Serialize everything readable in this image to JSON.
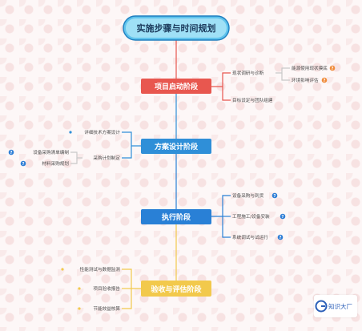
{
  "root": {
    "label": "实施步骤与时间规划"
  },
  "stages": [
    {
      "id": "start",
      "label": "项目启动阶段",
      "color": "#e8574f",
      "children": [
        {
          "label": "现状调研与诊断",
          "help": false,
          "children": [
            {
              "label": "能源使用现状摸底",
              "help": true
            },
            {
              "label": "环境影响评估",
              "help": true
            }
          ]
        },
        {
          "label": "目标设定与团队组建",
          "help": false
        }
      ]
    },
    {
      "id": "design",
      "label": "方案设计阶段",
      "color": "#2f8fd8",
      "children": [
        {
          "label": "详细技术方案设计",
          "help": false
        },
        {
          "label": "采购计划制定",
          "help": false,
          "children": [
            {
              "label": "设备采购清单编制",
              "help": true
            },
            {
              "label": "材料采购规划",
              "help": true
            }
          ]
        }
      ]
    },
    {
      "id": "exec",
      "label": "执行阶段",
      "color": "#2980d6",
      "children": [
        {
          "label": "设备采购与到货",
          "help": true
        },
        {
          "label": "工程施工/设备安装",
          "help": true
        },
        {
          "label": "系统调试与试运行",
          "help": true
        }
      ]
    },
    {
      "id": "accept",
      "label": "验收与评估阶段",
      "color": "#f2c94c",
      "children": [
        {
          "label": "性能测试与数据监测",
          "help": false
        },
        {
          "label": "项目验收报告",
          "help": false
        },
        {
          "label": "节能效益核算",
          "help": false
        }
      ]
    }
  ],
  "colors": {
    "help_orange": "#f08c3c",
    "help_blue": "#2f7fd6",
    "line": "#b9c7d8"
  },
  "watermark": {
    "text": "知识大厂"
  }
}
